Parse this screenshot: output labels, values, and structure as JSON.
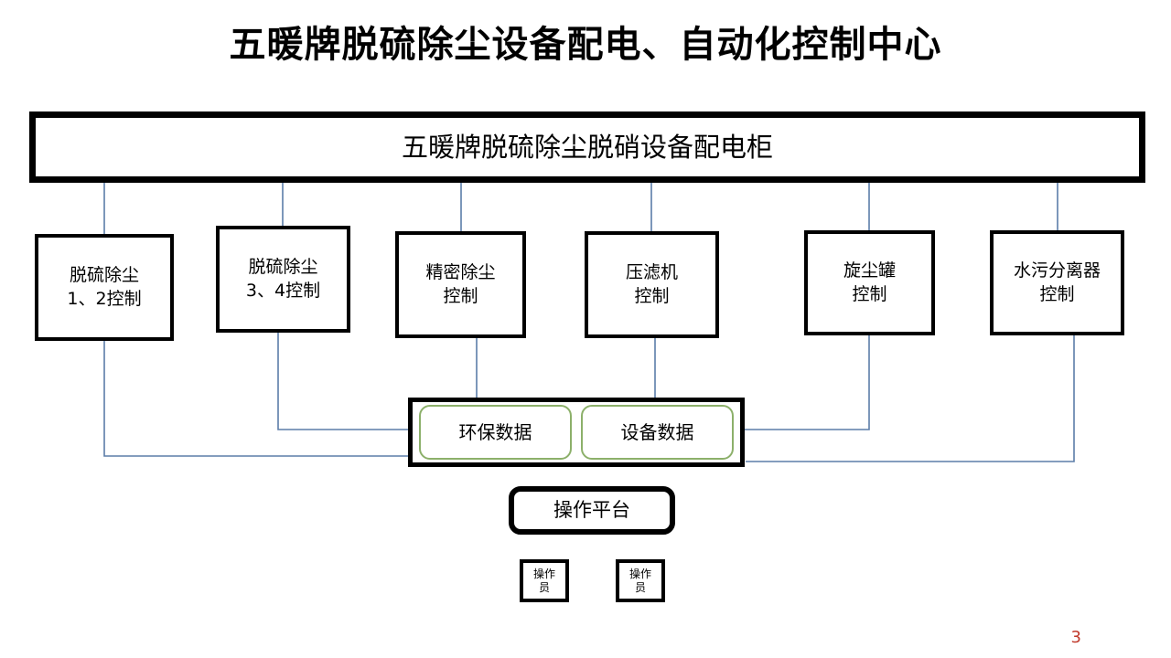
{
  "slide": {
    "title": "五暖牌脱硫除尘设备配电、自动化控制中心",
    "page_number": "3",
    "page_number_color": "#c0392b"
  },
  "banner": {
    "label": "五暖牌脱硫除尘脱硝设备配电柜"
  },
  "controls": [
    {
      "id": "desulfurization-dedusting-1-2",
      "label": "脱硫除尘\n1、2控制"
    },
    {
      "id": "desulfurization-dedusting-3-4",
      "label": "脱硫除尘\n3、4控制"
    },
    {
      "id": "precision-dedusting",
      "label": "精密除尘\n控制"
    },
    {
      "id": "filter-press",
      "label": "压滤机\n控制"
    },
    {
      "id": "cyclone-dust-tank",
      "label": "旋尘罐\n控制"
    },
    {
      "id": "water-sludge-separator",
      "label": "水污分离器\n控制"
    }
  ],
  "data_group": {
    "chips": [
      {
        "id": "environmental-data",
        "label": "环保数据"
      },
      {
        "id": "equipment-data",
        "label": "设备数据"
      }
    ],
    "chip_border_color": "#8cb06a"
  },
  "platform": {
    "label": "操作平台"
  },
  "operators": [
    {
      "id": "operator-1",
      "label": "操作\n员"
    },
    {
      "id": "operator-2",
      "label": "操作\n员"
    }
  ],
  "style": {
    "connector_color": "#5c7da8",
    "box_border_color": "#000000",
    "background": "#ffffff"
  }
}
